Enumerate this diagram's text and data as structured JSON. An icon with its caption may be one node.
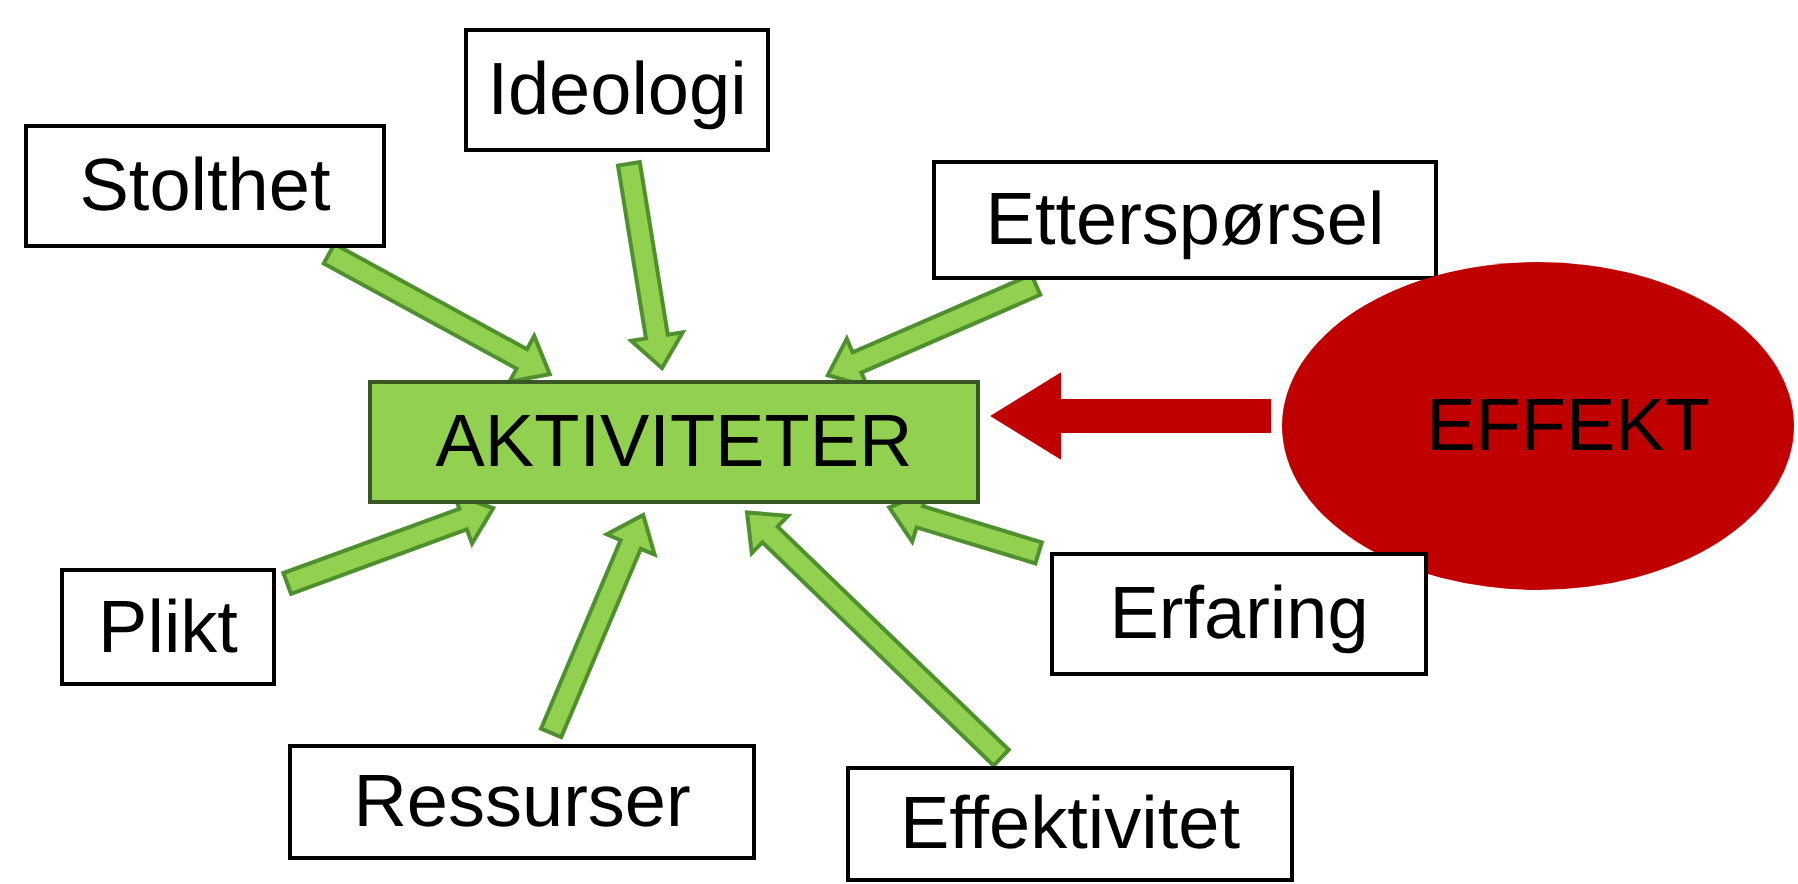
{
  "diagram": {
    "nodes": [
      {
        "text": [
          "Ideologi"
        ]
      },
      {
        "text": [
          "Stolthet"
        ]
      },
      {
        "text": [
          "Etterspørsel"
        ]
      },
      {
        "text": [
          "AKTIVITETER"
        ]
      },
      {
        "text": [
          "EFFEKT"
        ]
      },
      {
        "text": [
          "Plikt"
        ]
      },
      {
        "text": [
          "Erfaring"
        ]
      },
      {
        "text": [
          "Ressurser"
        ]
      },
      {
        "text": [
          "Effektivitet"
        ]
      }
    ],
    "edges": [
      {
        "from": 0,
        "to": 3,
        "arrow": "to"
      },
      {
        "from": 1,
        "to": 3,
        "arrow": "to"
      },
      {
        "from": 2,
        "to": 3,
        "arrow": "to"
      },
      {
        "from": 4,
        "to": 3,
        "arrow": "to",
        "style": "thick",
        "color": "#c00000"
      },
      {
        "from": 5,
        "to": 3,
        "arrow": "to"
      },
      {
        "from": 6,
        "to": 3,
        "arrow": "to"
      },
      {
        "from": 7,
        "to": 3,
        "arrow": "to"
      },
      {
        "from": 8,
        "to": 3,
        "arrow": "to"
      }
    ]
  }
}
